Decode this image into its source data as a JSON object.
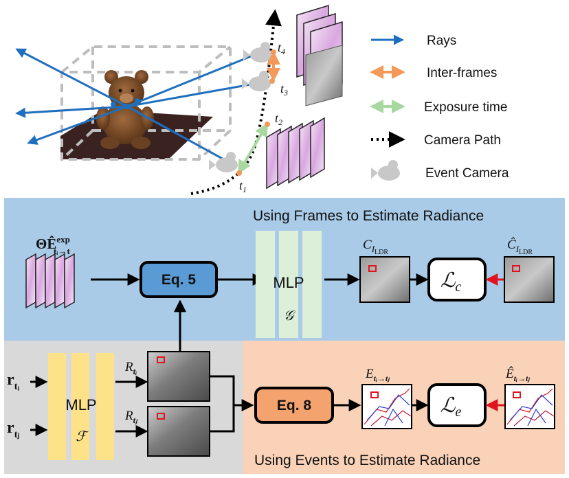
{
  "legend": {
    "rays": "Rays",
    "inter_frames": "Inter-frames",
    "exposure_time": "Exposure time",
    "camera_path": "Camera Path",
    "event_camera": "Event Camera"
  },
  "timestamps": {
    "t1": "t",
    "t1_sub": "1",
    "t2": "t",
    "t2_sub": "2",
    "t3": "t",
    "t3_sub": "3",
    "t4": "t",
    "t4_sub": "4"
  },
  "frames_panel": {
    "title": "Using Frames to Estimate Radiance",
    "input_label_main": "ΘÊ",
    "input_label_sup": "exp",
    "input_label_sub": "tᵢ→t",
    "eq_box": "Eq. 5",
    "mlp_label": "MLP",
    "mlp_symbol": "𝒢",
    "pred_label": "C",
    "pred_sub": "I",
    "pred_subsub": "LDR",
    "gt_label": "Ĉ",
    "gt_sub": "I",
    "gt_subsub": "LDR",
    "loss_main": "ℒ",
    "loss_sub": "c"
  },
  "events_panel": {
    "title": "Using Events to Estimate Radiance",
    "ray_i": "r",
    "ray_i_sub": "tᵢ",
    "ray_j": "r",
    "ray_j_sub": "tⱼ",
    "mlp_label": "MLP",
    "mlp_symbol": "ℱ",
    "render_i": "R",
    "render_i_sub": "tᵢ",
    "render_j": "R",
    "render_j_sub": "tⱼ",
    "eq_box": "Eq. 8",
    "pred_label": "E",
    "pred_sub": "tᵢ→tⱼ",
    "gt_label": "Ê",
    "gt_sub": "tᵢ→tⱼ",
    "loss_main": "ℒ",
    "loss_sub": "e"
  },
  "colors": {
    "ray_blue": "#1f6fbf",
    "inter_frame_orange": "#f39a5b",
    "exposure_green": "#a8d8a0",
    "frames_panel_bg": "#a9cbe8",
    "events_panel_bg": "#f9d2b8",
    "mlp_panel_bg": "#d9d9d9",
    "eq5_fill": "#5b9bd5",
    "eq8_fill": "#f4a36f",
    "mlp_green": "#dcefd8",
    "mlp_yellow": "#fde28a",
    "loss_arrow_red": "#e0141e"
  }
}
